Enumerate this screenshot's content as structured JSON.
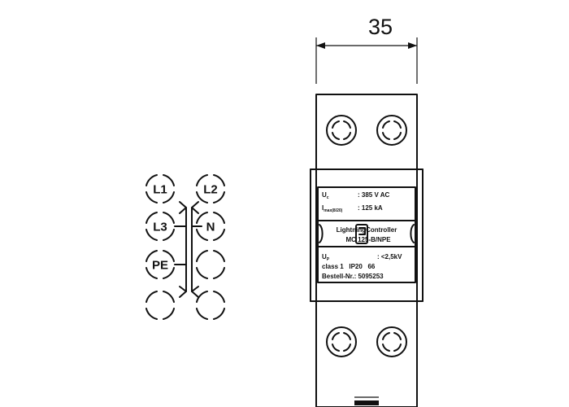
{
  "dimension": {
    "value": "35"
  },
  "terminals": [
    "L1",
    "L2",
    "L3",
    "N",
    "PE",
    "",
    "",
    ""
  ],
  "nameplate": {
    "row1_sym": "U",
    "row1_sub": "c",
    "row1_val": ": 385 V AC",
    "row2_sym": "I",
    "row2_sub": "max(8/20)",
    "row2_val": ": 125 kA",
    "brand": "LightningController",
    "model": "MC 125-B/NPE",
    "row3_sym": "U",
    "row3_sub": "P",
    "row3_val": ": <2,5kV",
    "row4": "class 1   IP20   66",
    "row5": "Bestell-Nr.: 5095253"
  }
}
